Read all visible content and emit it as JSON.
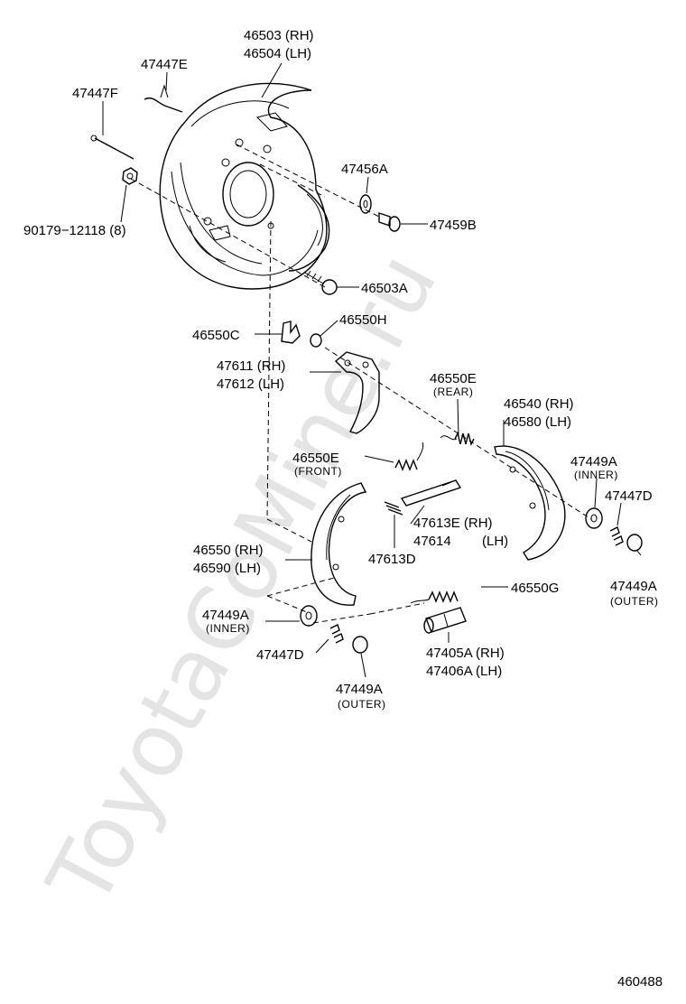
{
  "watermark": "ToyotaCoMine.ru",
  "diagram_id": "460488",
  "labels": {
    "l_46503": "46503 (RH)",
    "l_46504": "46504 (LH)",
    "l_47447E": "47447E",
    "l_47447F": "47447F",
    "l_47456A": "47456A",
    "l_47459B": "47459B",
    "l_90179": "90179−12118 (8)",
    "l_46503A": "46503A",
    "l_46550C": "46550C",
    "l_46550H": "46550H",
    "l_47611": "47611 (RH)",
    "l_47612": "47612 (LH)",
    "l_46550E_rear": "46550E",
    "l_rear": "(REAR)",
    "l_46540": "46540 (RH)",
    "l_46580": "46580 (LH)",
    "l_46550E_front": "46550E",
    "l_front": "(FRONT)",
    "l_47449A_inner_r": "47449A",
    "l_inner_r": "(INNER)",
    "l_47447D_r": "47447D",
    "l_47613E": "47613E (RH)",
    "l_47614": "47614",
    "l_47614_lh": "(LH)",
    "l_46550": "46550 (RH)",
    "l_46590": "46590 (LH)",
    "l_47613D": "47613D",
    "l_47449A_outer_r": "47449A",
    "l_outer_r": "(OUTER)",
    "l_46550G": "46550G",
    "l_47449A_inner_l": "47449A",
    "l_inner_l": "(INNER)",
    "l_47405A": "47405A (RH)",
    "l_47406A": "47406A (LH)",
    "l_47447D_l": "47447D",
    "l_47449A_outer_l": "47449A",
    "l_outer_l": "(OUTER)"
  }
}
